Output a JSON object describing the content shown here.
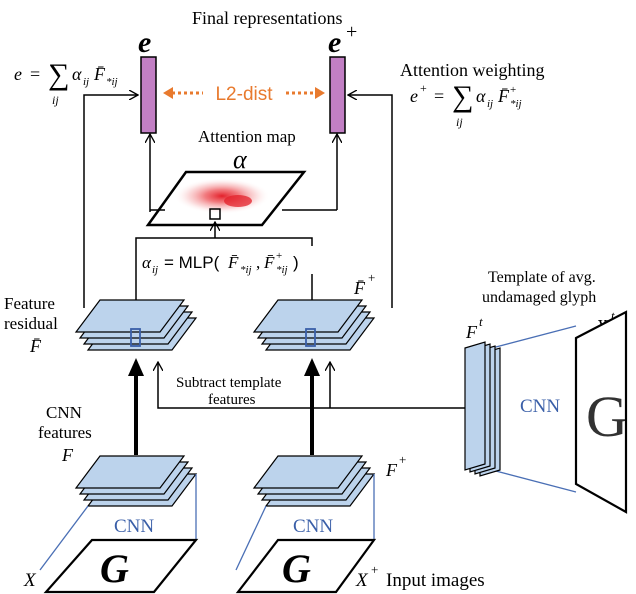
{
  "labels": {
    "final_representations": "Final representations",
    "e": "e",
    "e_plus_base": "e",
    "e_plus_sup": "+",
    "l2_dist": "L2-dist",
    "attention_weighting": "Attention weighting",
    "attention_map": "Attention map",
    "alpha": "α",
    "mlp_formula_lhs": "α",
    "mlp_formula_sub": "ij",
    "mlp_formula_rhs": " = MLP(F̄",
    "feature_residual_line1": "Feature",
    "feature_residual_line2": "residual",
    "f_bar": "F̄",
    "f_bar_plus_base": "F̄",
    "f_bar_plus_sup": "+",
    "template_line1": "Template of avg.",
    "template_line2": "undamaged glyph",
    "ft_base": "F",
    "ft_sup": "t",
    "xt_base": "X",
    "xt_sup": "t",
    "subtract_line1": "Subtract template",
    "subtract_line2": "features",
    "cnn_features_line1": "CNN",
    "cnn_features_line2": "features",
    "f": "F",
    "f_plus_base": "F",
    "f_plus_sup": "+",
    "cnn": "CNN",
    "x": "X",
    "x_plus_base": "X",
    "x_plus_sup": "+",
    "input_images": "Input images",
    "glyph": "G",
    "eq_e": "e = ∑",
    "eq_e_sub": "ij",
    "eq_e_term": "α",
    "eq_e_plus": "e⁺ = ∑"
  },
  "colors": {
    "feature_fill": "#bcd3ec",
    "embedding_fill": "#c27fc4",
    "arrow_orange": "#e87a2e",
    "cnn_text": "#3a5fa8",
    "trapezoid_line": "#4a6fb5",
    "highlight_box": "#3a5fa8",
    "attention_red": "#e3202a"
  }
}
